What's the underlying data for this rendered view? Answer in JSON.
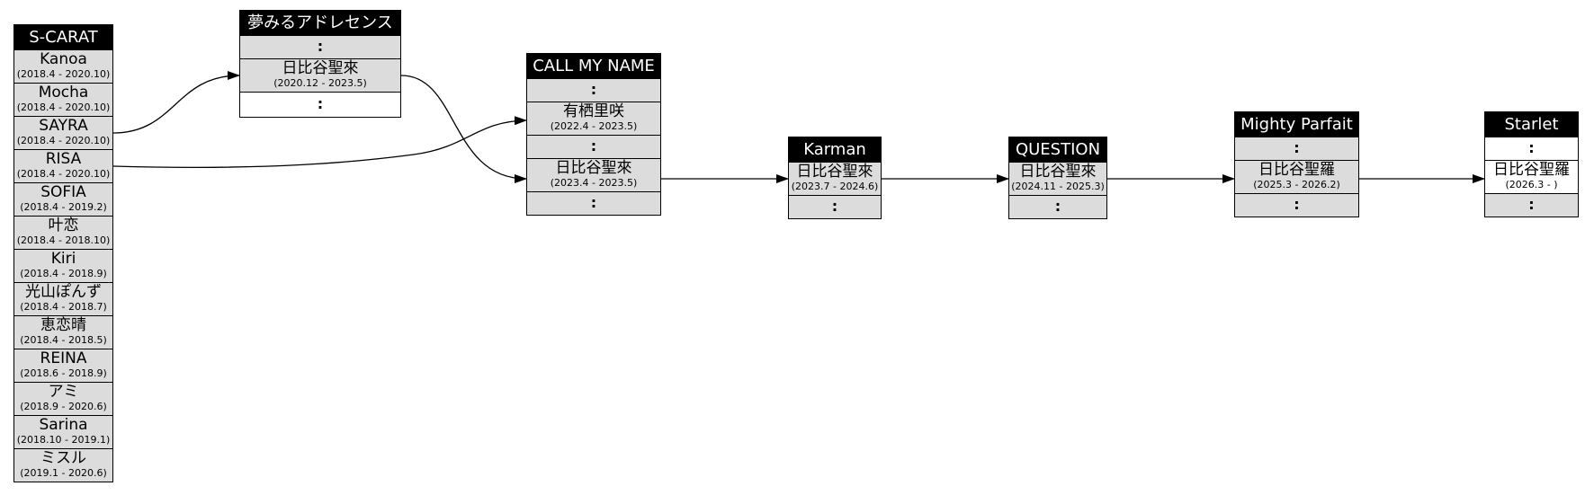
{
  "groups": {
    "scarat": {
      "name": "S-CARAT",
      "members": [
        {
          "name": "Kanoa",
          "period": "(2018.4 - 2020.10)"
        },
        {
          "name": "Mocha",
          "period": "(2018.4 - 2020.10)"
        },
        {
          "name": "SAYRA",
          "period": "(2018.4 - 2020.10)"
        },
        {
          "name": "RISA",
          "period": "(2018.4 - 2020.10)"
        },
        {
          "name": "SOFIA",
          "period": "(2018.4 - 2019.2)"
        },
        {
          "name": "叶恋",
          "period": "(2018.4 - 2018.10)"
        },
        {
          "name": "Kiri",
          "period": "(2018.4 - 2018.9)"
        },
        {
          "name": "光山ぽんず",
          "period": "(2018.4 - 2018.7)"
        },
        {
          "name": "恵恋晴",
          "period": "(2018.4 - 2018.5)"
        },
        {
          "name": "REINA",
          "period": "(2018.6 - 2018.9)"
        },
        {
          "name": "アミ",
          "period": "(2018.9 - 2020.6)"
        },
        {
          "name": "Sarina",
          "period": "(2018.10 - 2019.1)"
        },
        {
          "name": "ミスル",
          "period": "(2019.1 - 2020.6)"
        }
      ]
    },
    "yumemiru": {
      "name": "夢みるアドレセンス",
      "dots": ":",
      "member": {
        "name": "日比谷聖來",
        "period": "(2020.12 - 2023.5)"
      }
    },
    "callmyname": {
      "name": "CALL MY NAME",
      "dots": ":",
      "member1": {
        "name": "有栖里咲",
        "period": "(2022.4 - 2023.5)"
      },
      "member2": {
        "name": "日比谷聖來",
        "period": "(2023.4 - 2023.5)"
      }
    },
    "karman": {
      "name": "Karman",
      "dots": ":",
      "member": {
        "name": "日比谷聖來",
        "period": "(2023.7 - 2024.6)"
      }
    },
    "question": {
      "name": "QUESTION",
      "dots": ":",
      "member": {
        "name": "日比谷聖來",
        "period": "(2024.11 - 2025.3)"
      }
    },
    "mightyparfait": {
      "name": "Mighty Parfait",
      "dots": ":",
      "member": {
        "name": "日比谷聖羅",
        "period": "(2025.3 - 2026.2)"
      }
    },
    "starlet": {
      "name": "Starlet",
      "dots": ":",
      "member": {
        "name": "日比谷聖羅",
        "period": "(2026.3 - )"
      }
    }
  },
  "colors": {
    "header_bg": "#000000",
    "cell_bg": "#dcdcdc",
    "current_cell_bg": "#ffffff",
    "edge": "#000000"
  }
}
